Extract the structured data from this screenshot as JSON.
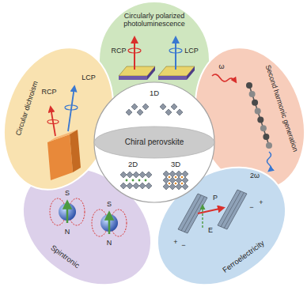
{
  "diagram": {
    "nodes": [
      {
        "text": [
          "1D",
          "2D",
          "3D"
        ]
      },
      {
        "text": [
          "Chiral perovskite"
        ],
        "in": 0
      },
      {
        "text": [
          "Circularly polarized photoluminescence"
        ]
      },
      {
        "text": [
          "Second harmonic generation"
        ]
      },
      {
        "text": [
          "Ferroelectricity"
        ]
      },
      {
        "text": [
          "Spintronic"
        ]
      },
      {
        "text": [
          "Circular dichroism"
        ]
      }
    ],
    "labels": [
      "RCP",
      "LCP",
      "LCP",
      "RCP",
      "ω",
      "2ω",
      "S",
      "N",
      "S",
      "N",
      "P",
      "E",
      "+",
      "−",
      "−",
      "+"
    ]
  }
}
